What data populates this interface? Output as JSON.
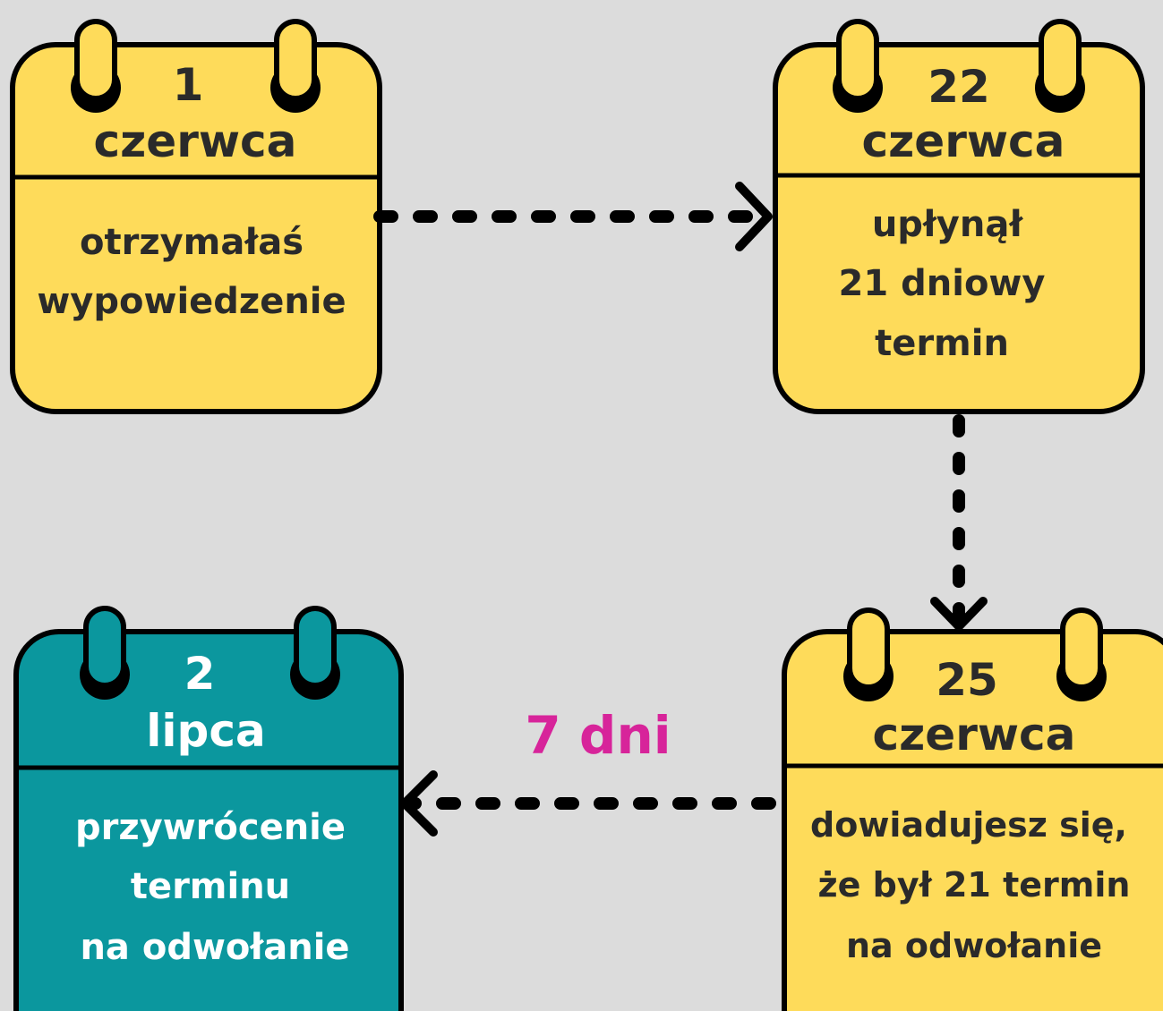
{
  "colors": {
    "background": "#dcdcdc",
    "yellow": "#fedb5a",
    "teal": "#0b979e",
    "outline": "#000000",
    "dark_text": "#2a2a2a",
    "light_text": "#ffffff",
    "accent_magenta": "#d7249a"
  },
  "cards": [
    {
      "day": "1",
      "month": "czerwca",
      "lines": [
        "otrzymałaś",
        "wypowiedzenie"
      ]
    },
    {
      "day": "22",
      "month": "czerwca",
      "lines": [
        "upłynął",
        "21 dniowy",
        "termin"
      ]
    },
    {
      "day": "25",
      "month": "czerwca",
      "lines": [
        "dowiadujesz się,",
        "że był 21 termin",
        "na odwołanie"
      ]
    },
    {
      "day": "2",
      "month": "lipca",
      "lines": [
        "przywrócenie",
        "terminu",
        "na odwołanie"
      ]
    }
  ],
  "arrow_label": "7 dni"
}
